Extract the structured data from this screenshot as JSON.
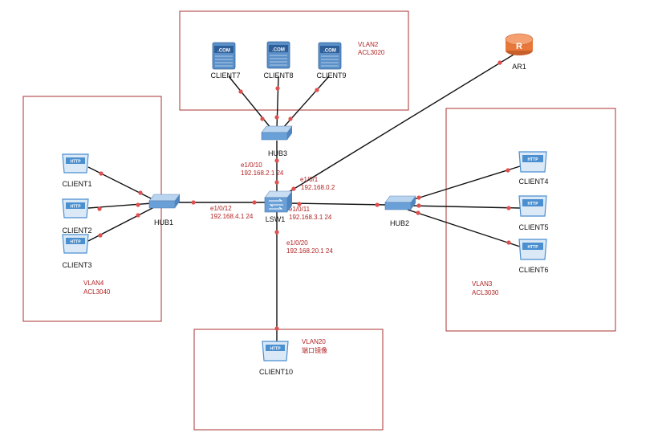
{
  "colors": {
    "zone_border": "#a83232",
    "link": "#111111",
    "link_dot": "#e05050",
    "label_red": "#b22222",
    "router": "#e8783a",
    "switch": "#6aa0d8",
    "http_pc": "#4a8fd0",
    "com_server": "#5a8fc8"
  },
  "zones": {
    "vlan2": {
      "line1": "VLAN2",
      "line2": "ACL3020"
    },
    "vlan4": {
      "line1": "VLAN4",
      "line2": "ACL3040"
    },
    "vlan3": {
      "line1": "VLAN3",
      "line2": "ACL3030"
    },
    "vlan20": {
      "line1": "VLAN20",
      "line2": "端口镜像"
    }
  },
  "devices": {
    "client1": {
      "label": "CLIENT1",
      "icon": "http-pc-icon",
      "badge": "HTTP"
    },
    "client2": {
      "label": "CLIENT2",
      "icon": "http-pc-icon",
      "badge": "HTTP"
    },
    "client3": {
      "label": "CLIENT3",
      "icon": "http-pc-icon",
      "badge": "HTTP"
    },
    "client4": {
      "label": "CLIENT4",
      "icon": "http-pc-icon",
      "badge": "HTTP"
    },
    "client5": {
      "label": "CLIENT5",
      "icon": "http-pc-icon",
      "badge": "HTTP"
    },
    "client6": {
      "label": "CLIENT6",
      "icon": "http-pc-icon",
      "badge": "HTTP"
    },
    "client7": {
      "label": "CLIENT7",
      "icon": "com-server-icon",
      "badge": ".COM"
    },
    "client8": {
      "label": "CLIENT8",
      "icon": "com-server-icon",
      "badge": ".COM"
    },
    "client9": {
      "label": "CLIENT9",
      "icon": "com-server-icon",
      "badge": ".COM"
    },
    "client10": {
      "label": "CLIENT10",
      "icon": "http-pc-icon",
      "badge": "HTTP"
    },
    "hub1": {
      "label": "HUB1",
      "icon": "hub-icon"
    },
    "hub2": {
      "label": "HUB2",
      "icon": "hub-icon"
    },
    "hub3": {
      "label": "HUB3",
      "icon": "hub-icon"
    },
    "lsw1": {
      "label": "LSW1",
      "icon": "switch-icon"
    },
    "ar1": {
      "label": "AR1",
      "icon": "router-icon",
      "badge": "R"
    }
  },
  "ports": {
    "e1_0_10": {
      "port": "e1/0/10",
      "ip": "192.168.2.1 24"
    },
    "e1_0_1": {
      "port": "e1/0/1",
      "ip": "192.168.0.2"
    },
    "e1_0_12": {
      "port": "e1/0/12",
      "ip": "192.168.4.1 24"
    },
    "e1_0_11": {
      "port": "e1/0/11",
      "ip": "192.168.3.1 24"
    },
    "e1_0_20": {
      "port": "e1/0/20",
      "ip": "192.168.20.1 24"
    }
  }
}
